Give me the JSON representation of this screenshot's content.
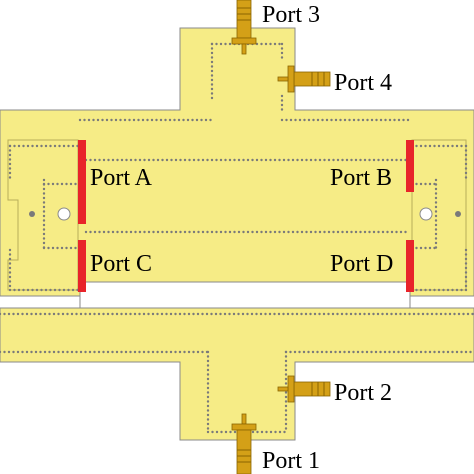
{
  "colors": {
    "board": "#f6ec86",
    "board_edge": "#8a8a8a",
    "via": "#7a7a7a",
    "port_bar": "#e8242a",
    "connector": "#d4a017",
    "connector_dark": "#8a6400",
    "label": "#000000"
  },
  "diagram": {
    "ports": {
      "port_3": "Port 3",
      "port_4": "Port 4",
      "port_a": "Port A",
      "port_b": "Port B",
      "port_c": "Port C",
      "port_d": "Port D",
      "port_2": "Port 2",
      "port_1": "Port 1"
    },
    "connector_icon": "sma-connector-icon",
    "port_marker_icon": "red-port-bar"
  }
}
